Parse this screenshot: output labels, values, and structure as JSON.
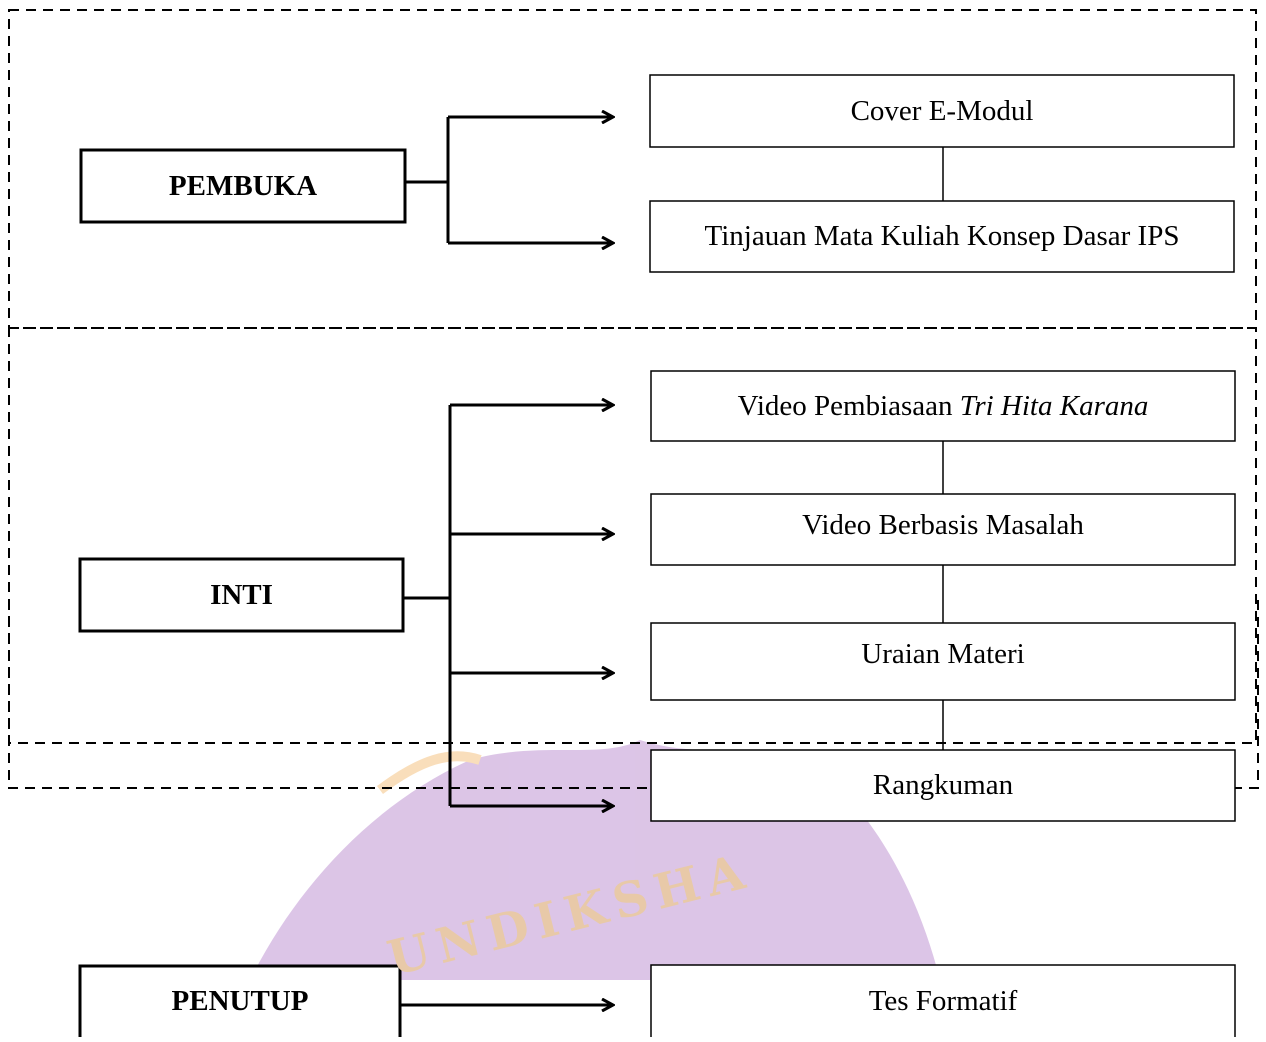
{
  "watermark": {
    "text": "UNDIKSHA",
    "color": "#c9a0d8",
    "accent": "#f3b86a"
  },
  "sections": {
    "pembuka": {
      "label": "PEMBUKA",
      "items": [
        "Cover E-Modul",
        "Tinjauan Mata Kuliah Konsep Dasar IPS"
      ]
    },
    "inti": {
      "label": "INTI",
      "item1_prefix": "Video Pembiasaan ",
      "item1_italic": "Tri Hita Karana",
      "items": [
        "Video Berbasis Masalah",
        "Uraian Materi",
        "Rangkuman"
      ]
    },
    "penutup": {
      "label": "PENUTUP",
      "items": [
        "Tes Formatif"
      ]
    }
  },
  "colors": {
    "stroke": "#000000",
    "background": "#ffffff"
  }
}
